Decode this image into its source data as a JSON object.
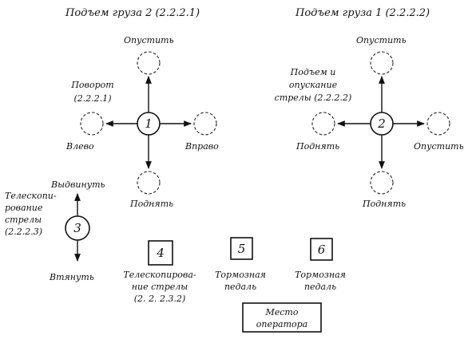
{
  "headers": {
    "left": "Подъем груза 2 (2.2.2.1)",
    "right": "Подъем груза 1 (2.2.2.2)"
  },
  "control1": {
    "number": "1",
    "up": "Опустить",
    "left": "Влево",
    "right": "Вправо",
    "down": "Поднять",
    "note": [
      "Поворот",
      "(2.2.2.1)"
    ]
  },
  "control2": {
    "number": "2",
    "up": "Опустить",
    "left": "Поднять",
    "right": "Опустить",
    "down": "Поднять",
    "note": [
      "Подъем и",
      "опускание",
      "стрелы (2.2.2.2)"
    ]
  },
  "control3": {
    "number": "3",
    "up": "Выдвинуть",
    "down": "Втянуть",
    "note": [
      "Телескопи-",
      "рование",
      "стрелы",
      "(2.2.2.3)"
    ]
  },
  "box4": {
    "number": "4",
    "caption": [
      "Телескопирова-",
      "ние стрелы",
      "(2. 2. 2.3.2)"
    ]
  },
  "box5": {
    "number": "5",
    "caption": [
      "Тормозная",
      "педаль"
    ]
  },
  "box6": {
    "number": "6",
    "caption": [
      "Тормозная",
      "педаль"
    ]
  },
  "operator": {
    "label": [
      "Место",
      "оператора"
    ]
  }
}
